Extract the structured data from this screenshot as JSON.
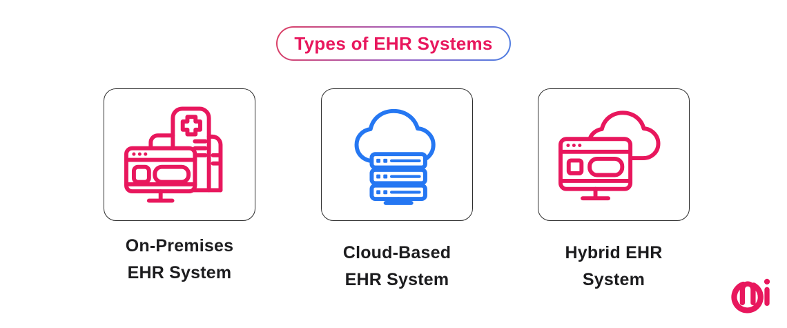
{
  "header": {
    "title": "Types of EHR Systems"
  },
  "cards": [
    {
      "id": "on-premises",
      "label_line1": "On-Premises",
      "label_line2": "EHR System",
      "icon": "hospital-monitor-icon",
      "icon_color": "#e8175d"
    },
    {
      "id": "cloud-based",
      "label_line1": "Cloud-Based",
      "label_line2": "EHR System",
      "icon": "cloud-server-icon",
      "icon_color": "#2577f2"
    },
    {
      "id": "hybrid",
      "label_line1": "Hybrid EHR",
      "label_line2": "System",
      "icon": "cloud-monitor-icon",
      "icon_color": "#e8175d"
    }
  ],
  "branding": {
    "logo_icon": "mi-logo",
    "logo_color": "#e8175d"
  },
  "colors": {
    "accent_pink": "#e8175d",
    "accent_blue": "#2577f2",
    "text_dark": "#1c1c1e",
    "card_border": "#2d2d2d",
    "pill_gradient_start": "#dd3f63",
    "pill_gradient_end": "#4c7ee2",
    "background": "#ffffff"
  }
}
